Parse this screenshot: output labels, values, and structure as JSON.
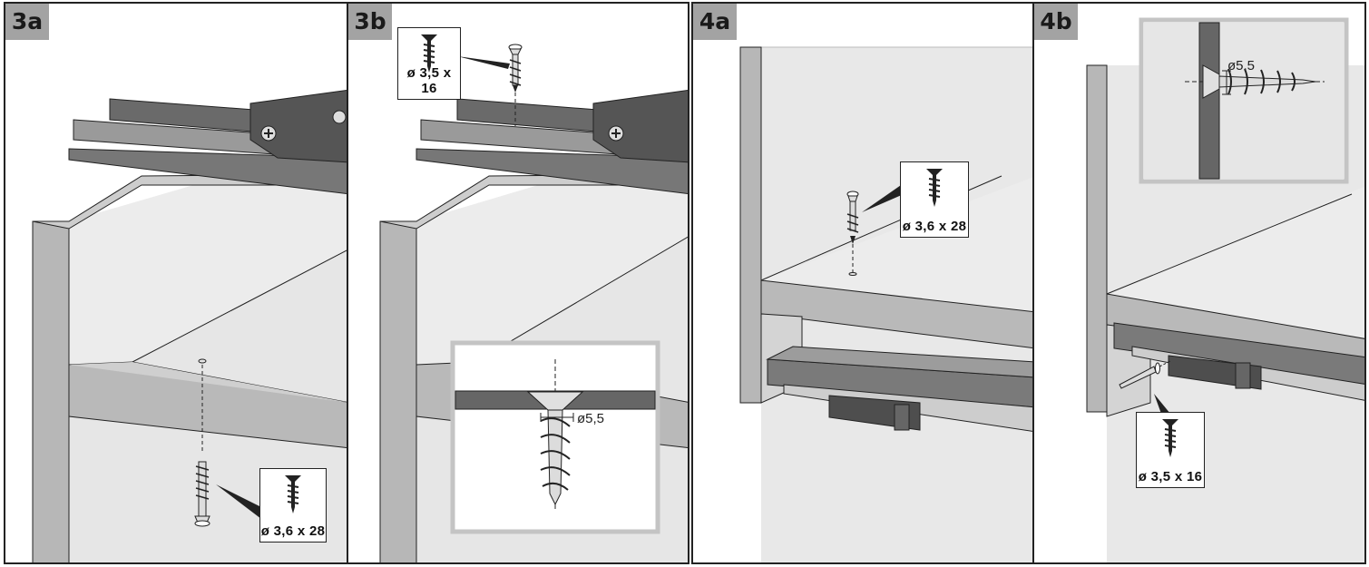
{
  "panels": [
    {
      "label": "3a",
      "screw_spec": "ø 3,6 x 28"
    },
    {
      "label": "3b",
      "screw_spec": "ø 3,5 x 16",
      "detail_diameter": "ø5,5"
    },
    {
      "label": "4a",
      "screw_spec": "ø 3,6 x 28"
    },
    {
      "label": "4b",
      "screw_spec": "ø 3,5 x 16",
      "detail_diameter": "ø5,5"
    }
  ],
  "icons": [
    "countersunk-screw-icon"
  ],
  "colors": {
    "panel_fill": "#e4e4e4",
    "edge_fill": "#b7b7b7",
    "rail_dark": "#5a5a5a",
    "label_bg": "#a3a3a3"
  }
}
